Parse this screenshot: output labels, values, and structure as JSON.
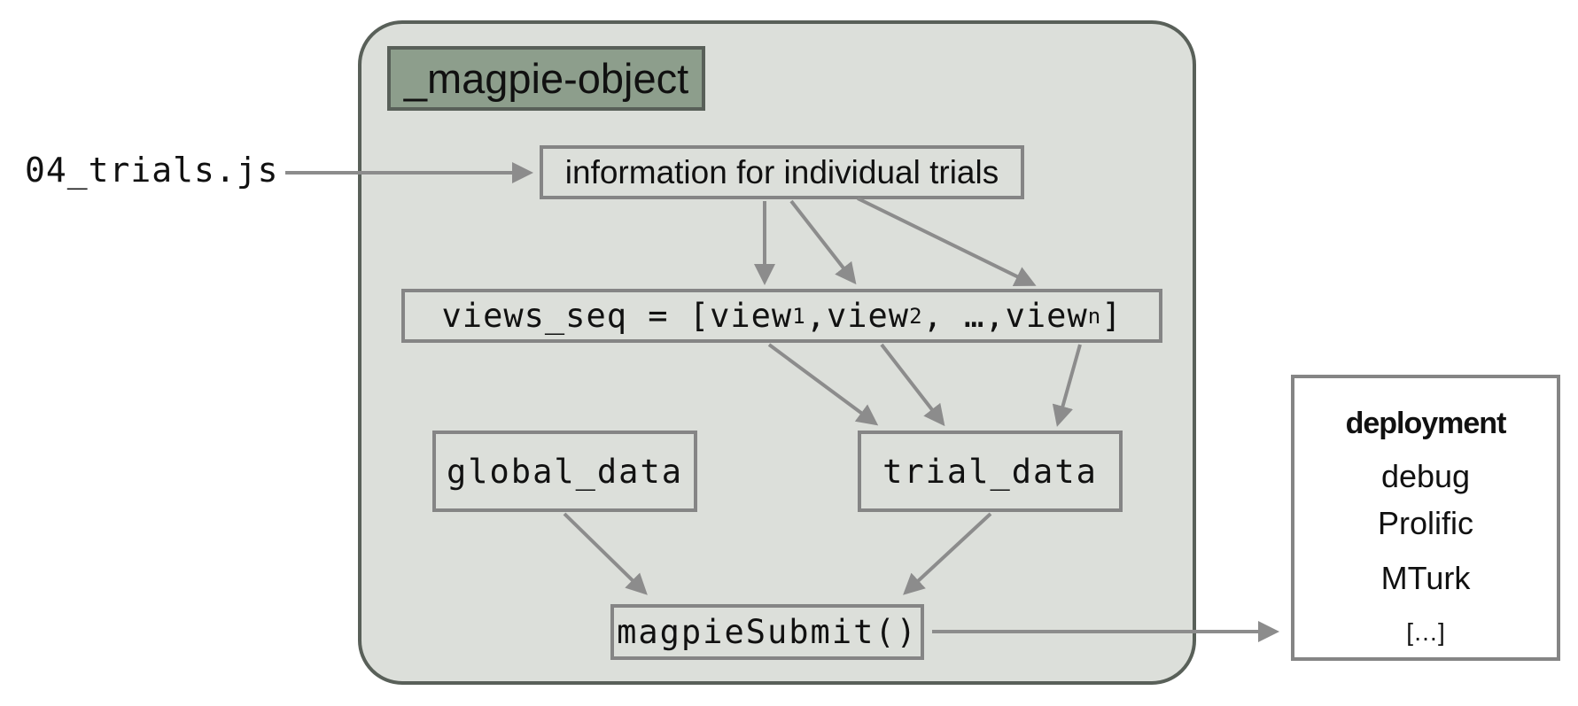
{
  "container": {
    "title": "_magpie-object"
  },
  "input_file": "04_trials.js",
  "nodes": {
    "trial_info": "information for individual trials",
    "views_seq": {
      "prefix": "views_seq = [",
      "view1": "view",
      "sub1": "1",
      "sep1": ", ",
      "view2": "view",
      "sub2": "2",
      "sep2": ", …, ",
      "viewn": "view",
      "subn": "n",
      "suffix": "]"
    },
    "global_data": "global_data",
    "trial_data": "trial_data",
    "submit": "magpieSubmit()"
  },
  "deployment": {
    "title": "deployment",
    "options": [
      "debug",
      "Prolific",
      "MTurk",
      "[…]"
    ]
  },
  "colors": {
    "container_fill": "#dcdfda",
    "container_border": "#596059",
    "title_fill": "#8d9e8c",
    "box_border": "#858585",
    "arrow": "#8c8c8c"
  }
}
